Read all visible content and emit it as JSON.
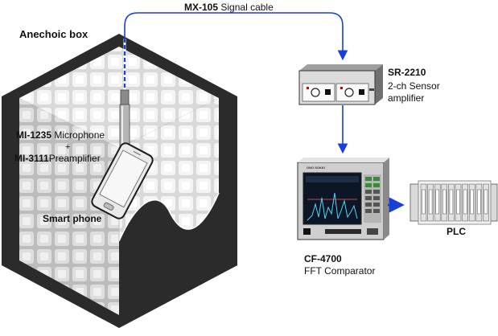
{
  "box": {
    "title": "Anechoic box"
  },
  "cable": {
    "model": "MX-105",
    "desc": "Signal cable"
  },
  "microphone": {
    "model": "MI-1235",
    "desc": "Microphone",
    "plus": "+"
  },
  "preamplifier": {
    "model": "MI-3111",
    "desc": "Preamplifier"
  },
  "phone": {
    "label": "Smart phone"
  },
  "amplifier": {
    "model": "SR-2210",
    "desc_line1": "2-ch Sensor",
    "desc_line2": "amplifier"
  },
  "comparator": {
    "model": "CF-4700",
    "desc": "FFT Comparator",
    "brand": "ONO SOKKI"
  },
  "plc": {
    "label": "PLC"
  },
  "colors": {
    "arrow": "#1a3fd6",
    "cable_dashed": "#1a3fd6",
    "box_dark": "#2b2b2b",
    "foam": "#e6e6e6"
  }
}
